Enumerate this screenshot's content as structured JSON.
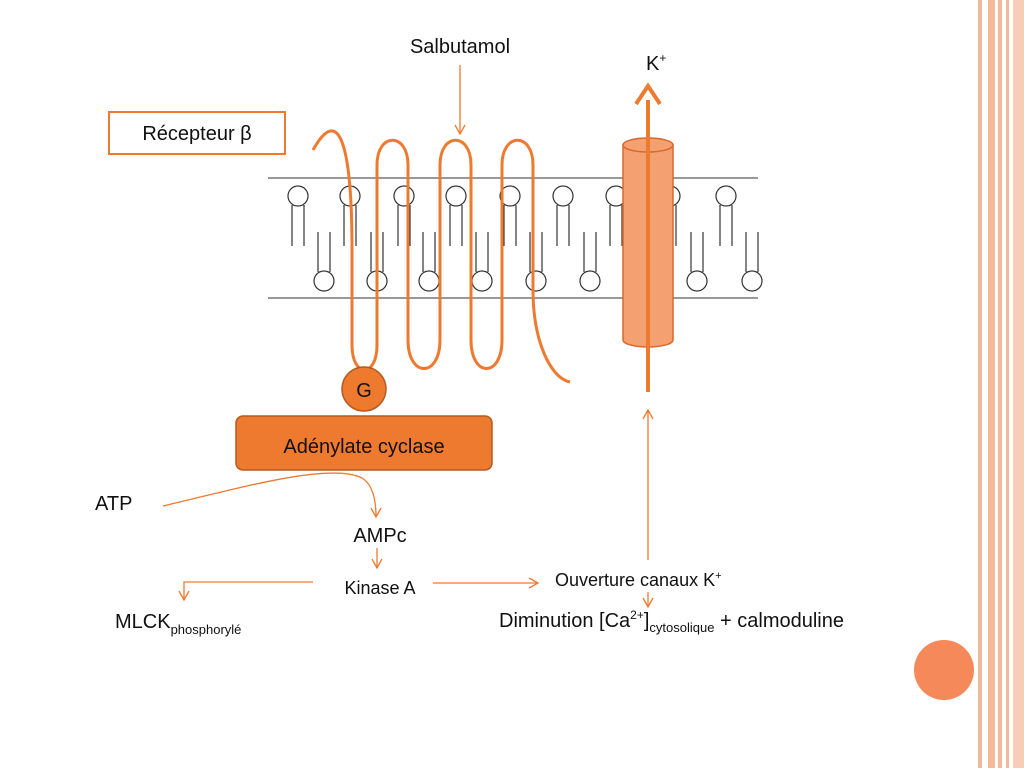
{
  "labels": {
    "salbutamol": "Salbutamol",
    "k_ion": "K",
    "k_ion_sup": "+",
    "receptor": "Récepteur β",
    "g_protein": "G",
    "adenylate_cyclase": "Adénylate cyclase",
    "atp": "ATP",
    "ampc": "AMPc",
    "kinase_a": "Kinase A",
    "ouverture": "Ouverture canaux K",
    "ouverture_sup": "+",
    "mlck": "MLCK",
    "mlck_sub": "phosphorylé",
    "diminution": "Diminution [Ca",
    "diminution_sup": "2+",
    "diminution_close": "]",
    "diminution_sub": "cytosolique",
    "diminution_tail": " + calmoduline"
  },
  "colors": {
    "accent": "#ee7a2f",
    "accent_fill": "#f08a4b",
    "channel_fill": "#f4a070",
    "frame_stripe": "#f4b89a",
    "decor_circle": "#f6895a",
    "membrane": "#333333"
  }
}
